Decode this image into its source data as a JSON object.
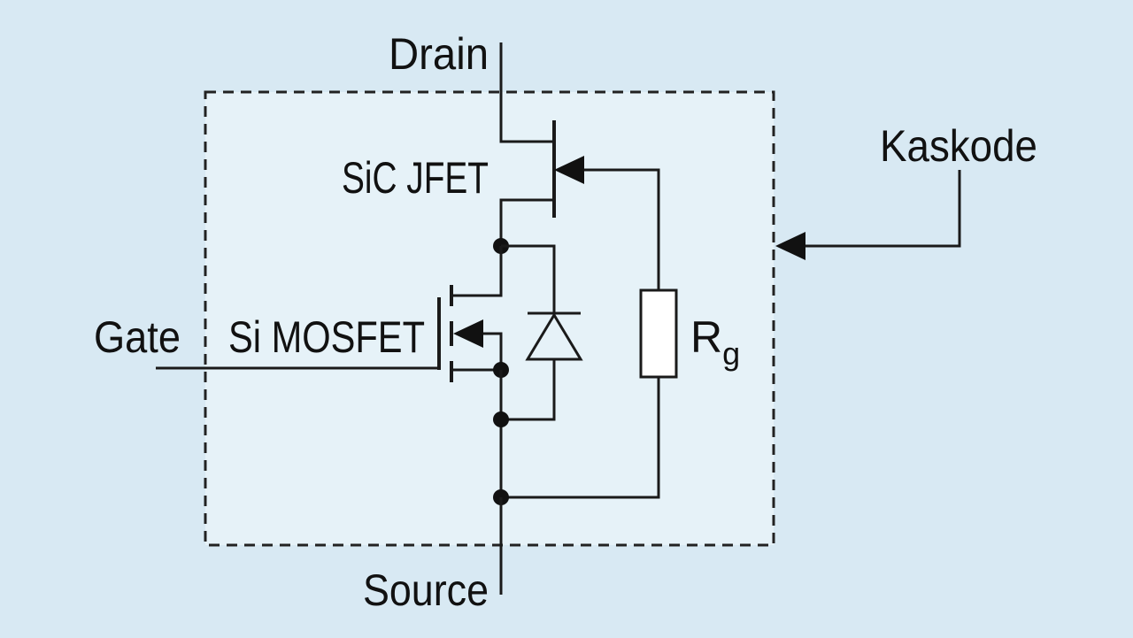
{
  "labels": {
    "drain": "Drain",
    "source": "Source",
    "gate": "Gate",
    "kaskode": "Kaskode",
    "jfet": "SiC JFET",
    "mosfet": "Si MOSFET",
    "resistor_main": "R",
    "resistor_sub": "g"
  }
}
